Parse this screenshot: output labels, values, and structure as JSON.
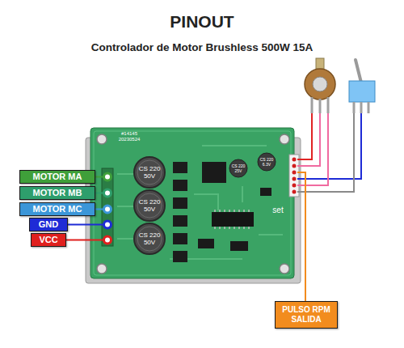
{
  "diagram": {
    "title": "PINOUT",
    "nodes": [
      {
        "text": [
          "MOTOR MA"
        ]
      },
      {
        "text": [
          "MOTOR MB"
        ]
      },
      {
        "text": [
          "MOTOR MC"
        ]
      },
      {
        "text": [
          "GND"
        ]
      },
      {
        "text": [
          "VCC"
        ]
      },
      {
        "text": [
          "PULSO RPM SALIDA"
        ]
      }
    ],
    "labels": [
      "Controlador de Motor Brushless 500W 15A",
      "#14145",
      "20230524",
      "CS 220 50V",
      "CS 220 50V",
      "CS 220 50V",
      "CS 220 25V",
      "CS 220 6.3V",
      "set"
    ]
  }
}
